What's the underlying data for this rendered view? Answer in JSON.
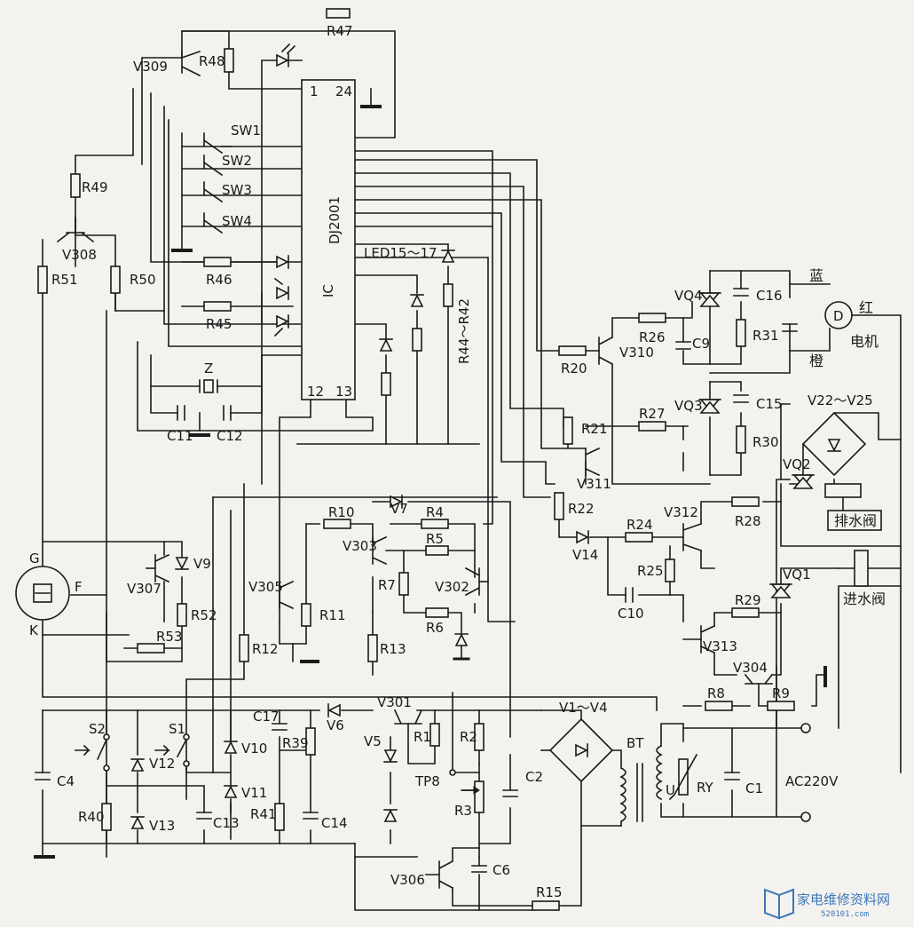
{
  "ic": {
    "name": "DJ2001",
    "label": "IC",
    "pins": [
      "1",
      "24",
      "12",
      "13"
    ]
  },
  "switches": [
    "SW1",
    "SW2",
    "SW3",
    "SW4",
    "S1",
    "S2"
  ],
  "led_label": "LED15～17",
  "resistor_array_label": "R44～R42",
  "resistors": [
    "R47",
    "R48",
    "R49",
    "R51",
    "R50",
    "R46",
    "R45",
    "R20",
    "R26",
    "R31",
    "R21",
    "R27",
    "R30",
    "R22",
    "R24",
    "R25",
    "R28",
    "R29",
    "R10",
    "R4",
    "R5",
    "R7",
    "R6",
    "R11",
    "R12",
    "R13",
    "R52",
    "R53",
    "R8",
    "R9",
    "R39",
    "R41",
    "R40",
    "R1",
    "R2",
    "R3",
    "R15"
  ],
  "capacitors": [
    "C16",
    "C9",
    "C15",
    "C11",
    "C12",
    "C10",
    "C17",
    "C14",
    "C13",
    "C4",
    "C2",
    "C6",
    "C1"
  ],
  "transistors": [
    "V309",
    "V308",
    "V310",
    "V311",
    "V312",
    "V313",
    "V304",
    "V303",
    "V302",
    "V305",
    "V307",
    "V301",
    "V306"
  ],
  "diodes": [
    "V7",
    "V14",
    "V9",
    "V6",
    "V5",
    "V10",
    "V11",
    "V12",
    "V13"
  ],
  "triacs": [
    "VQ4",
    "VQ3",
    "VQ2",
    "VQ1"
  ],
  "bridges": [
    "V22～V25",
    "V1～V4"
  ],
  "crystal": "Z",
  "sensor": {
    "g": "G",
    "f": "F",
    "k": "K"
  },
  "testpoint": "TP8",
  "transformer": "BT",
  "varistor": "RY",
  "u_label": "U",
  "ac_label": "AC220V",
  "motor": {
    "symbol": "D",
    "blue": "蓝",
    "red": "红",
    "orange": "橙",
    "name": "电机"
  },
  "drain_valve": "排水阀",
  "inlet_valve": "进水阀",
  "watermark": {
    "text": "家电维修资料网",
    "url": "520101.com"
  }
}
